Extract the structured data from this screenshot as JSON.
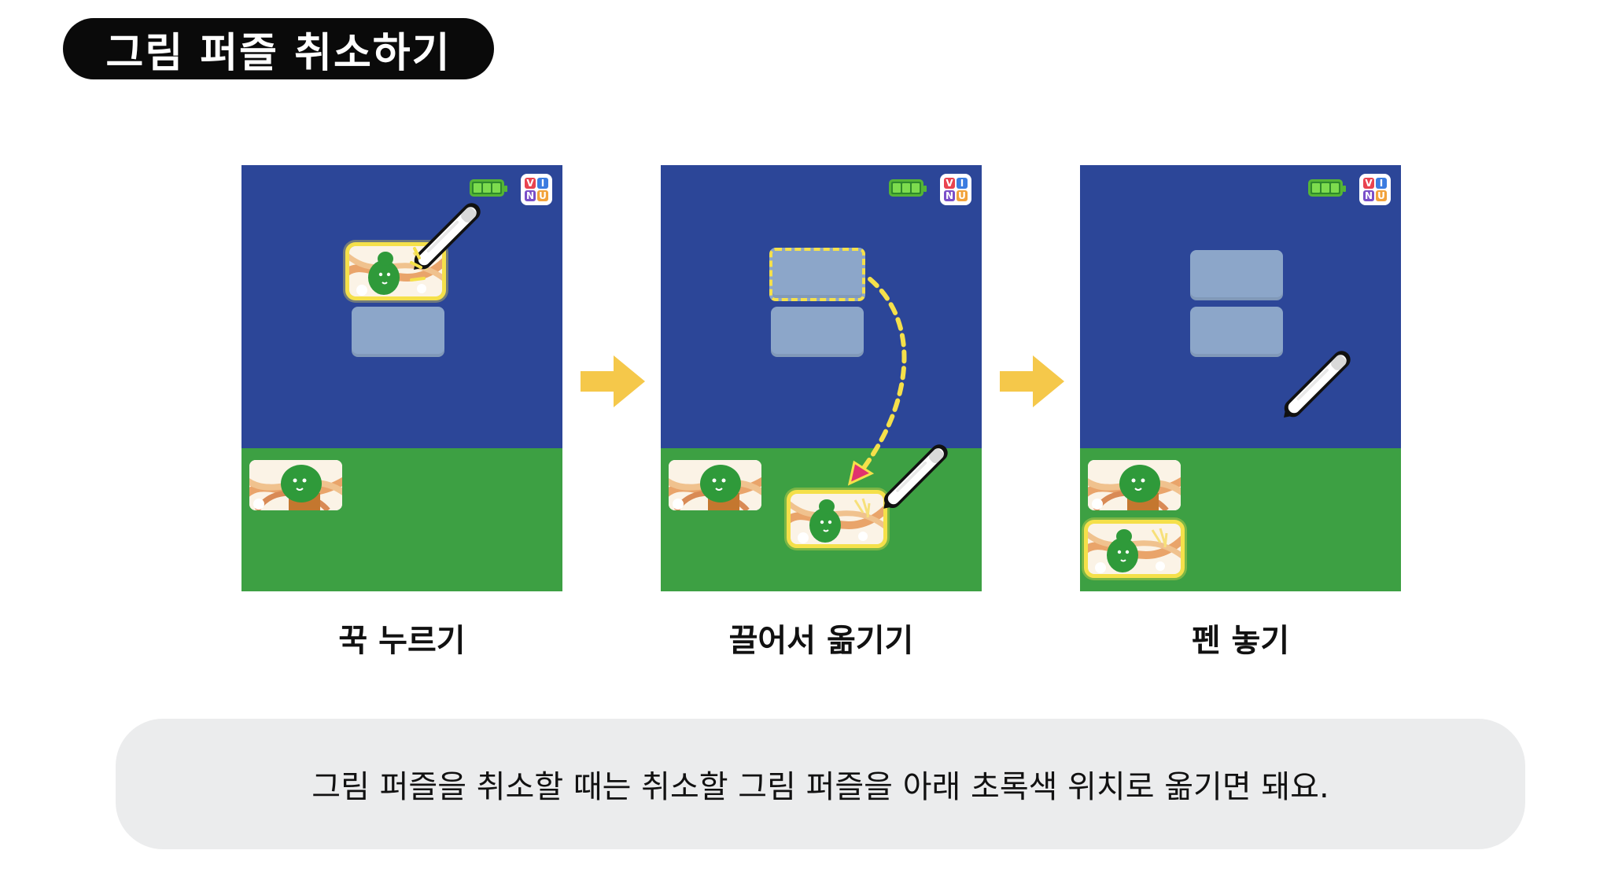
{
  "header": {
    "title": "그림 퍼즐 취소하기"
  },
  "logo": {
    "letters": [
      "V",
      "I",
      "N",
      "U"
    ],
    "colors": [
      "#e9434f",
      "#3b7ce0",
      "#7a4fc9",
      "#f2a23a"
    ]
  },
  "colors": {
    "sky": "#2c4698",
    "ground": "#3da043",
    "slot": "#8ca6c9",
    "highlight": "#f5e04a",
    "arrow": "#f5c84a",
    "drag_arrow_head": "#e0336e",
    "info_bg": "#ebeced"
  },
  "steps": [
    {
      "caption": "꾹 누르기",
      "icons": [
        "battery-icon",
        "vinu-logo-icon",
        "pen-icon"
      ]
    },
    {
      "caption": "끌어서 옮기기",
      "icons": [
        "battery-icon",
        "vinu-logo-icon",
        "pen-icon",
        "drag-arrow-icon"
      ]
    },
    {
      "caption": "펜 놓기",
      "icons": [
        "battery-icon",
        "vinu-logo-icon",
        "pen-icon"
      ]
    }
  ],
  "info": {
    "text": "그림 퍼즐을 취소할 때는 취소할 그림 퍼즐을 아래 초록색 위치로 옮기면 돼요."
  }
}
